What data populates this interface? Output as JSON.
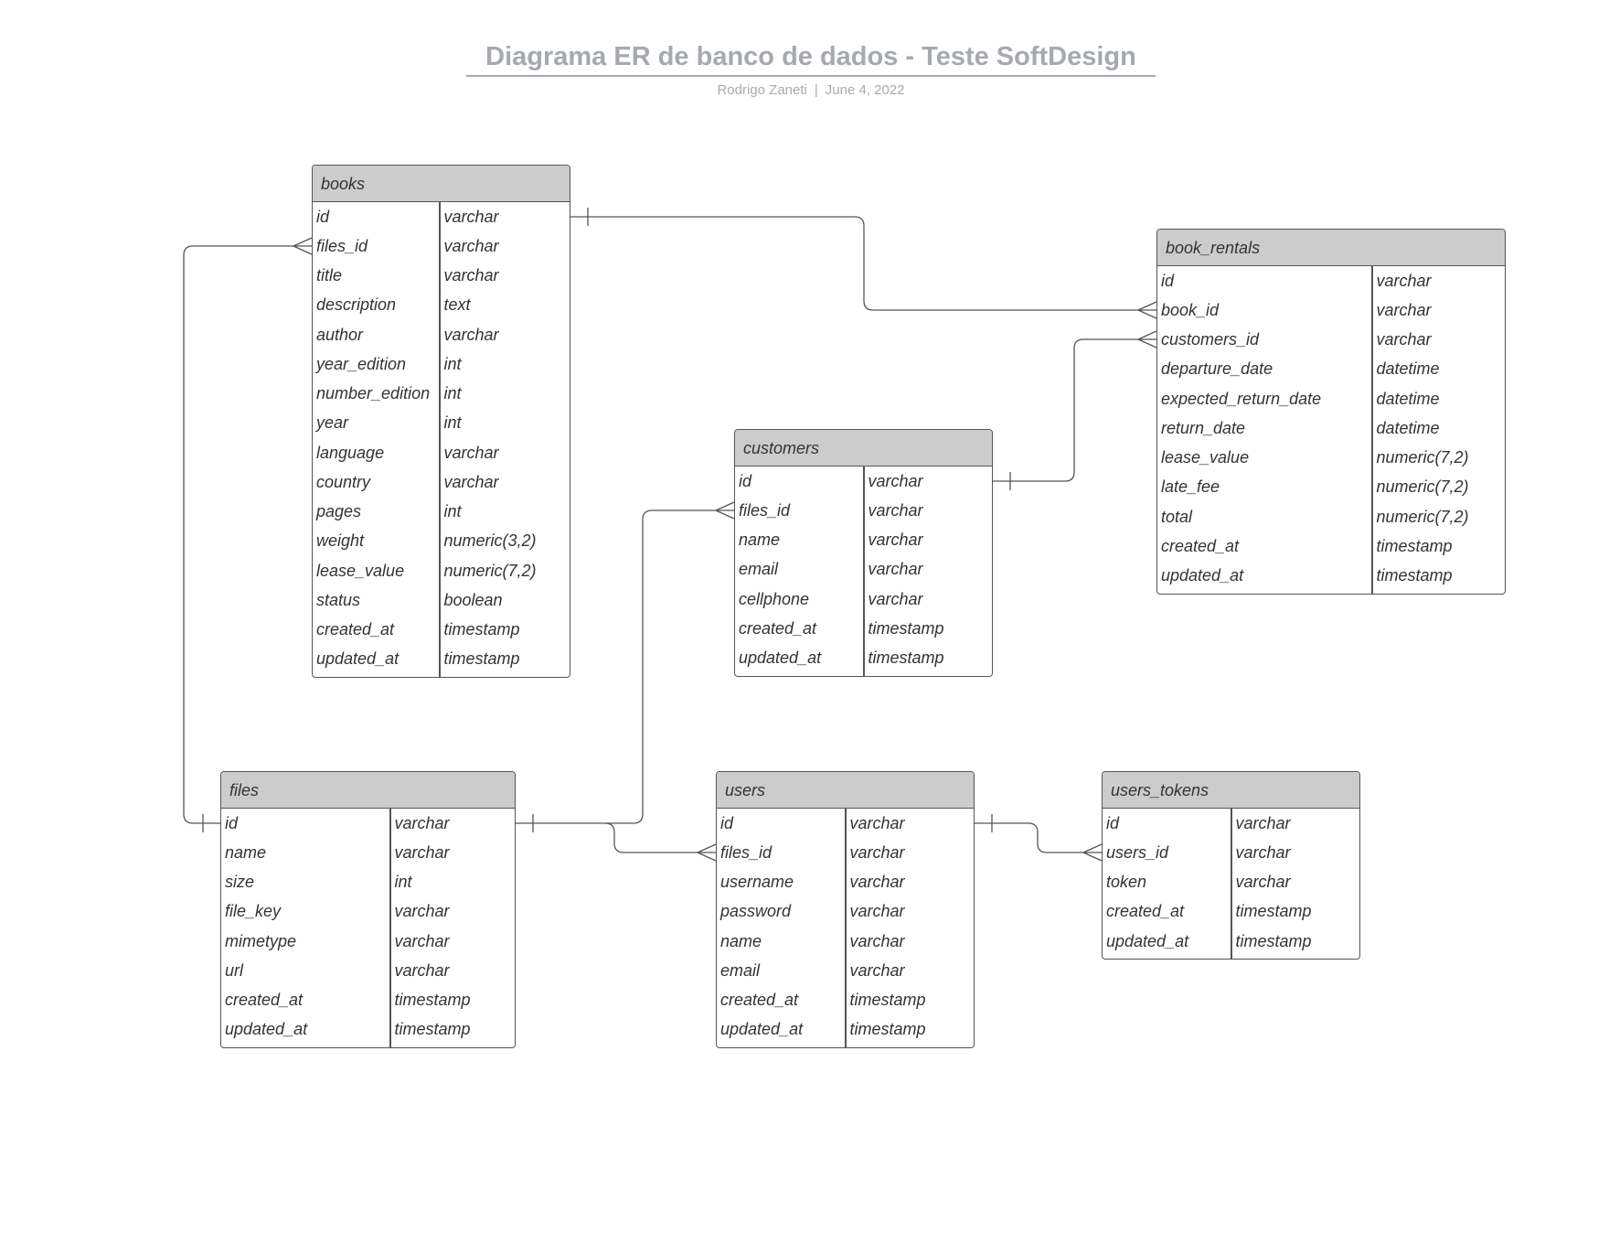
{
  "header": {
    "title": "Diagrama ER de banco de dados - Teste SoftDesign",
    "author": "Rodrigo Zaneti",
    "separator": "|",
    "date": "June 4, 2022"
  },
  "colors": {
    "title": "#a6a9ae",
    "entity_header": "#cccccc",
    "line": "#555555"
  },
  "entities": {
    "books": {
      "name": "books",
      "fields": [
        {
          "name": "id",
          "type": "varchar"
        },
        {
          "name": "files_id",
          "type": "varchar"
        },
        {
          "name": "title",
          "type": "varchar"
        },
        {
          "name": "description",
          "type": "text"
        },
        {
          "name": "author",
          "type": "varchar"
        },
        {
          "name": "year_edition",
          "type": "int"
        },
        {
          "name": "number_edition",
          "type": "int"
        },
        {
          "name": "year",
          "type": "int"
        },
        {
          "name": "language",
          "type": "varchar"
        },
        {
          "name": "country",
          "type": "varchar"
        },
        {
          "name": "pages",
          "type": "int"
        },
        {
          "name": "weight",
          "type": "numeric(3,2)"
        },
        {
          "name": "lease_value",
          "type": "numeric(7,2)"
        },
        {
          "name": "status",
          "type": "boolean"
        },
        {
          "name": "created_at",
          "type": "timestamp"
        },
        {
          "name": "updated_at",
          "type": "timestamp"
        }
      ]
    },
    "book_rentals": {
      "name": "book_rentals",
      "fields": [
        {
          "name": "id",
          "type": "varchar"
        },
        {
          "name": "book_id",
          "type": "varchar"
        },
        {
          "name": "customers_id",
          "type": "varchar"
        },
        {
          "name": "departure_date",
          "type": "datetime"
        },
        {
          "name": "expected_return_date",
          "type": "datetime"
        },
        {
          "name": "return_date",
          "type": "datetime"
        },
        {
          "name": "lease_value",
          "type": "numeric(7,2)"
        },
        {
          "name": "late_fee",
          "type": "numeric(7,2)"
        },
        {
          "name": "total",
          "type": "numeric(7,2)"
        },
        {
          "name": "created_at",
          "type": "timestamp"
        },
        {
          "name": "updated_at",
          "type": "timestamp"
        }
      ]
    },
    "customers": {
      "name": "customers",
      "fields": [
        {
          "name": "id",
          "type": "varchar"
        },
        {
          "name": "files_id",
          "type": "varchar"
        },
        {
          "name": "name",
          "type": "varchar"
        },
        {
          "name": "email",
          "type": "varchar"
        },
        {
          "name": "cellphone",
          "type": "varchar"
        },
        {
          "name": "created_at",
          "type": "timestamp"
        },
        {
          "name": "updated_at",
          "type": "timestamp"
        }
      ]
    },
    "files": {
      "name": "files",
      "fields": [
        {
          "name": "id",
          "type": "varchar"
        },
        {
          "name": "name",
          "type": "varchar"
        },
        {
          "name": "size",
          "type": "int"
        },
        {
          "name": "file_key",
          "type": "varchar"
        },
        {
          "name": "mimetype",
          "type": "varchar"
        },
        {
          "name": "url",
          "type": "varchar"
        },
        {
          "name": "created_at",
          "type": "timestamp"
        },
        {
          "name": "updated_at",
          "type": "timestamp"
        }
      ]
    },
    "users": {
      "name": "users",
      "fields": [
        {
          "name": "id",
          "type": "varchar"
        },
        {
          "name": "files_id",
          "type": "varchar"
        },
        {
          "name": "username",
          "type": "varchar"
        },
        {
          "name": "password",
          "type": "varchar"
        },
        {
          "name": "name",
          "type": "varchar"
        },
        {
          "name": "email",
          "type": "varchar"
        },
        {
          "name": "created_at",
          "type": "timestamp"
        },
        {
          "name": "updated_at",
          "type": "timestamp"
        }
      ]
    },
    "users_tokens": {
      "name": "users_tokens",
      "fields": [
        {
          "name": "id",
          "type": "varchar"
        },
        {
          "name": "users_id",
          "type": "varchar"
        },
        {
          "name": "token",
          "type": "varchar"
        },
        {
          "name": "created_at",
          "type": "timestamp"
        },
        {
          "name": "updated_at",
          "type": "timestamp"
        }
      ]
    }
  },
  "relationships": [
    {
      "from": "books.id",
      "to": "book_rentals.book_id",
      "cardinality": "one-to-many"
    },
    {
      "from": "customers.id",
      "to": "book_rentals.customers_id",
      "cardinality": "one-to-many"
    },
    {
      "from": "files.id",
      "to": "books.files_id",
      "cardinality": "one-to-many"
    },
    {
      "from": "files.id",
      "to": "customers.files_id",
      "cardinality": "one-to-many"
    },
    {
      "from": "files.id",
      "to": "users.files_id",
      "cardinality": "one-to-many"
    },
    {
      "from": "users.id",
      "to": "users_tokens.users_id",
      "cardinality": "one-to-many"
    }
  ]
}
